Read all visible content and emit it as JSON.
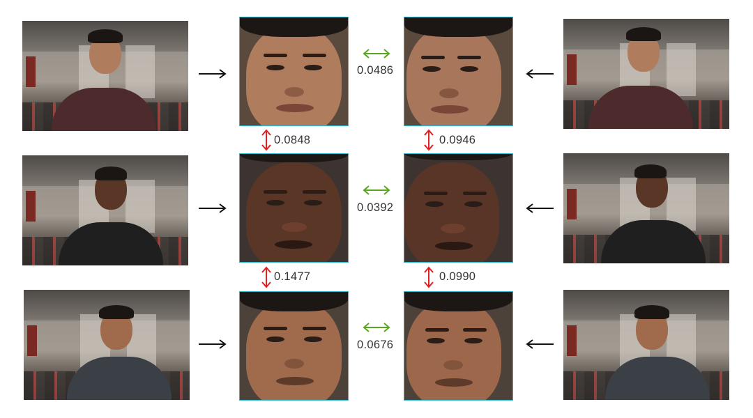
{
  "colors": {
    "same_identity_arrow": "#5aa61f",
    "different_identity_arrow": "#e02020",
    "crop_border": "#29b8c9",
    "input_arrow": "#111111"
  },
  "rows": [
    {
      "same_label": "0.0486",
      "skin": "#b07c5e",
      "shadow": "#6e4533",
      "shirt": "#4d2a2c"
    },
    {
      "same_label": "0.0392",
      "skin": "#5a3627",
      "shadow": "#341e16",
      "shirt": "#1f1f1f"
    },
    {
      "same_label": "0.0676",
      "skin": "#a06a4d",
      "shadow": "#633d2c",
      "shirt": "#3b4047"
    }
  ],
  "cross_labels": {
    "left": [
      "0.0848",
      "0.1477"
    ],
    "right": [
      "0.0946",
      "0.0990"
    ]
  }
}
